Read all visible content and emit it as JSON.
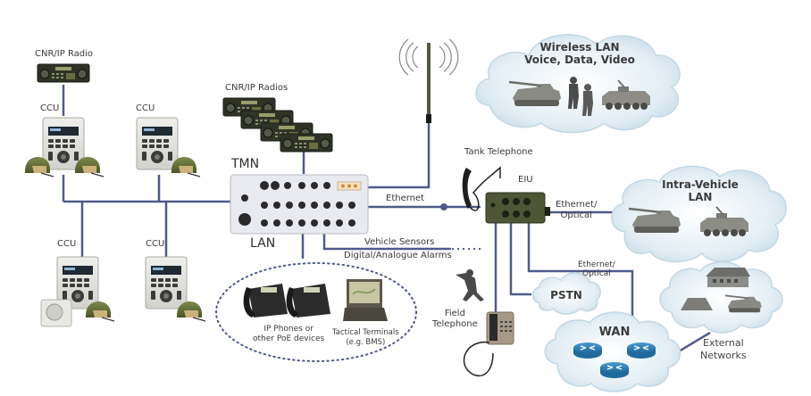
{
  "title": "Vehicle Intercom / Tactical Network Architecture",
  "colors": {
    "link": "#4f5a8c",
    "cloud_fill": "#dbe8f0",
    "cloud_stroke": "#b9cfdc",
    "device_light": "#e6e6e2",
    "device_olive": "#4a5233",
    "radio_dark": "#2e3326",
    "router": "#2f7fb5",
    "text": "#3a3a3a"
  },
  "nodes": {
    "cnr_radio": {
      "label": "CNR/IP Radio",
      "icon": "radio-icon"
    },
    "cnr_radios": {
      "label": "CNR/IP Radios",
      "icon": "radio-stack-icon"
    },
    "ccu_top_left": {
      "label": "CCU",
      "icon": "ccu-icon"
    },
    "ccu_top_right": {
      "label": "CCU",
      "icon": "ccu-icon"
    },
    "ccu_bottom_left": {
      "label": "CCU",
      "icon": "ccu-icon"
    },
    "ccu_bottom_right": {
      "label": "CCU",
      "icon": "ccu-icon"
    },
    "tmn": {
      "label": "TMN",
      "icon": "tmn-unit-icon"
    },
    "lan": {
      "label": "LAN"
    },
    "antenna": {
      "icon": "antenna-icon"
    },
    "tank_telephone": {
      "label": "Tank Telephone",
      "icon": "handset-icon"
    },
    "eiu": {
      "label": "EIU",
      "icon": "eiu-unit-icon"
    },
    "field_telephone": {
      "label_lines": [
        "Field",
        "Telephone"
      ],
      "icon": "field-telephone-icon"
    },
    "ip_phones": {
      "label_lines": [
        "IP Phones or",
        "other PoE devices"
      ],
      "icon": "ip-phone-icon"
    },
    "tactical_terminals": {
      "label_lines": [
        "Tactical Terminals",
        "(e.g. BMS)"
      ],
      "icon": "laptop-icon"
    },
    "wireless_lan": {
      "label_lines": [
        "Wireless LAN",
        "Voice, Data, Video"
      ]
    },
    "intra_vehicle_lan": {
      "label_lines": [
        "Intra-Vehicle",
        "LAN"
      ]
    },
    "pstn": {
      "label": "PSTN"
    },
    "wan": {
      "label": "WAN"
    },
    "external_networks": {
      "label_lines": [
        "External",
        "Networks"
      ]
    }
  },
  "links": {
    "ethernet": "Ethernet",
    "ethernet_optical_1": [
      "Ethernet/",
      "Optical"
    ],
    "ethernet_optical_2": [
      "Ethernet/",
      "Optical"
    ],
    "vehicle_sensors": "Vehicle Sensors",
    "alarms": "Digital/Analogue Alarms"
  }
}
